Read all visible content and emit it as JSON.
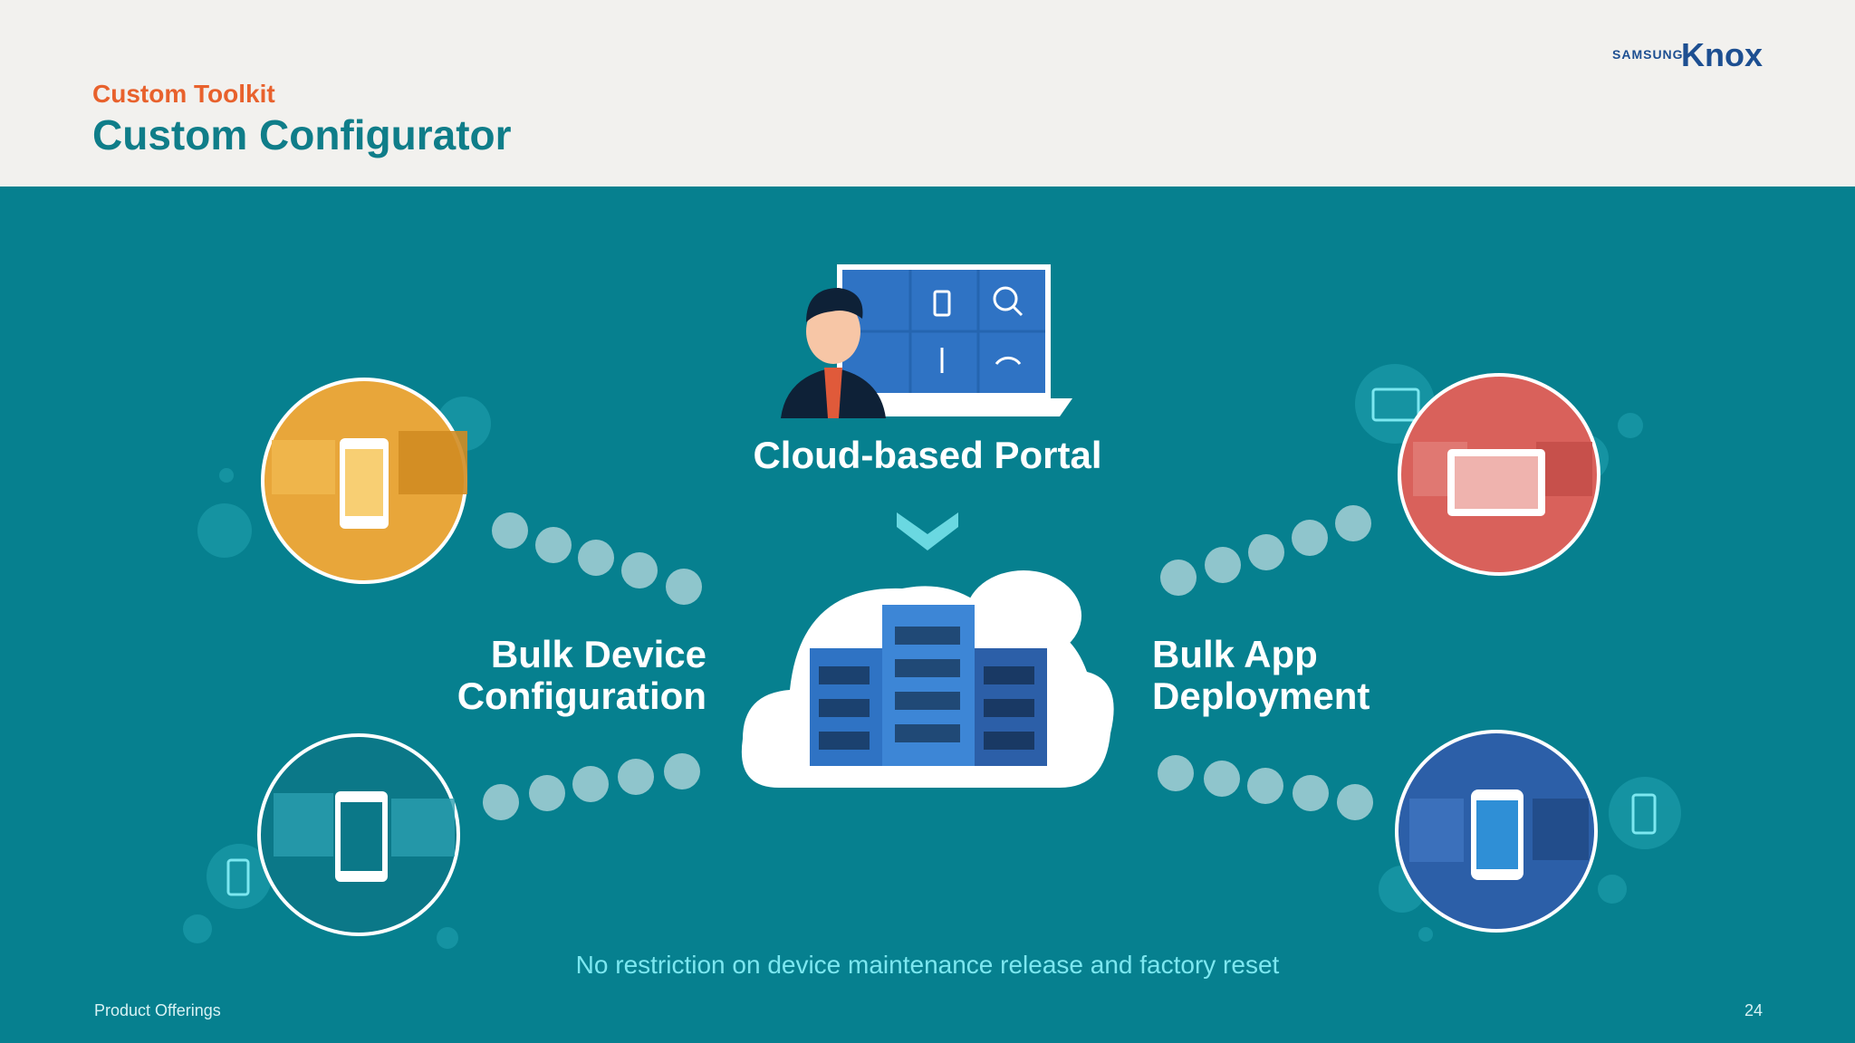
{
  "header": {
    "subtitle": "Custom Toolkit",
    "title": "Custom Configurator"
  },
  "logo": {
    "brand": "SAMSUNG",
    "product": "Knox"
  },
  "diagram": {
    "portal_label": "Cloud-based Portal",
    "left_label_line1": "Bulk Device",
    "left_label_line2": "Configuration",
    "right_label_line1": "Bulk App",
    "right_label_line2": "Deployment",
    "colors": {
      "background": "#06808f",
      "orange": "#e8a63a",
      "red": "#d9615b",
      "blue": "#2c5fa8",
      "teal": "#0b7888"
    }
  },
  "footnote": "No restriction on device maintenance release and factory reset",
  "footer": {
    "section": "Product Offerings",
    "page_number": "24"
  }
}
